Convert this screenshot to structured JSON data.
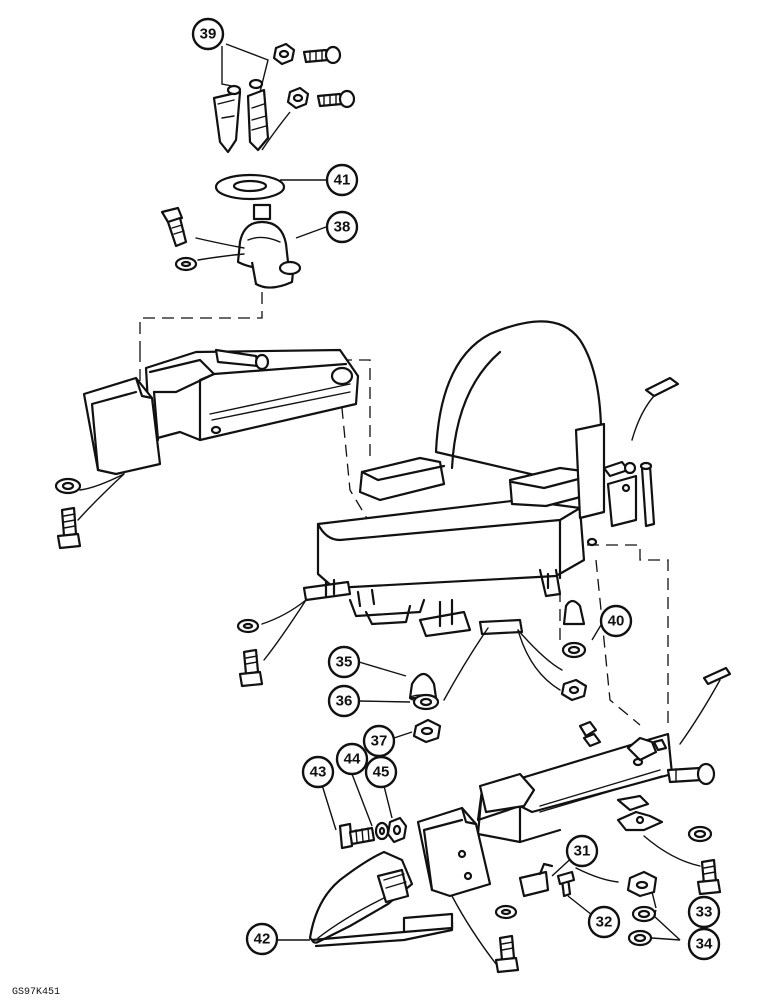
{
  "callouts": [
    {
      "id": "39",
      "label": "39"
    },
    {
      "id": "41",
      "label": "41"
    },
    {
      "id": "38",
      "label": "38"
    },
    {
      "id": "40",
      "label": "40"
    },
    {
      "id": "35",
      "label": "35"
    },
    {
      "id": "36",
      "label": "36"
    },
    {
      "id": "37",
      "label": "37"
    },
    {
      "id": "43",
      "label": "43"
    },
    {
      "id": "44",
      "label": "44"
    },
    {
      "id": "45",
      "label": "45"
    },
    {
      "id": "31",
      "label": "31"
    },
    {
      "id": "32",
      "label": "32"
    },
    {
      "id": "33",
      "label": "33"
    },
    {
      "id": "34",
      "label": "34"
    },
    {
      "id": "42",
      "label": "42"
    }
  ],
  "reference_code": "GS97K451"
}
